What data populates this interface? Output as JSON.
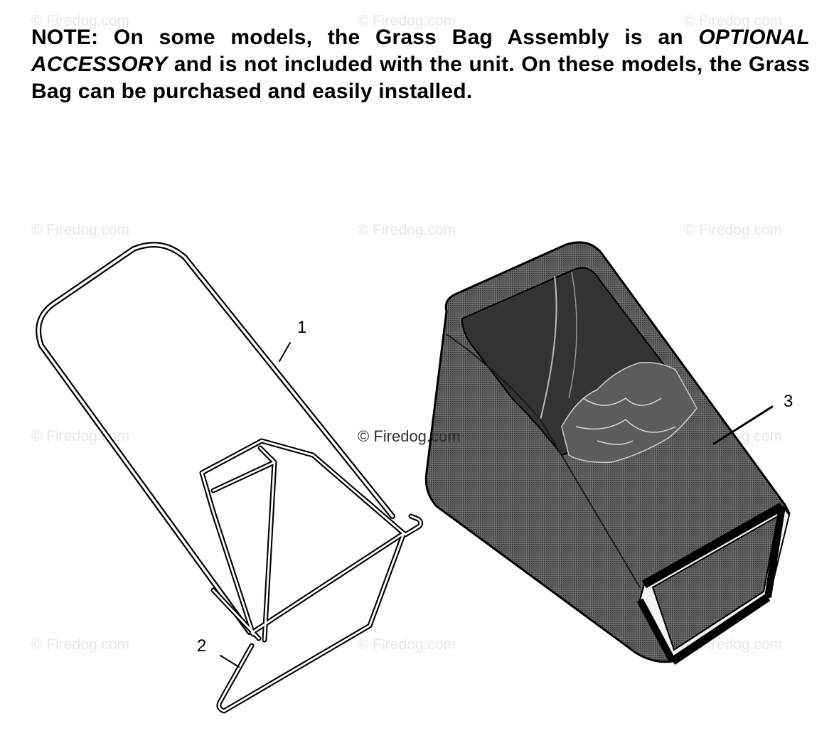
{
  "note": {
    "prefix": "NOTE: On some models, the Grass Bag Assembly is an ",
    "emphasis": "OPTIONAL ACCESSORY",
    "suffix": " and is not included with the unit. On these models, the Grass Bag can be purchased and easily installed."
  },
  "watermark": {
    "text": "© Firedog.com",
    "center_text": "© Firedog.com"
  },
  "callouts": {
    "frame": "1",
    "bag_support": "2",
    "grass_bag": "3"
  },
  "colors": {
    "ink": "#000000",
    "bag_fill": "#4a4a4a",
    "watermark": "#e6e6e6"
  }
}
